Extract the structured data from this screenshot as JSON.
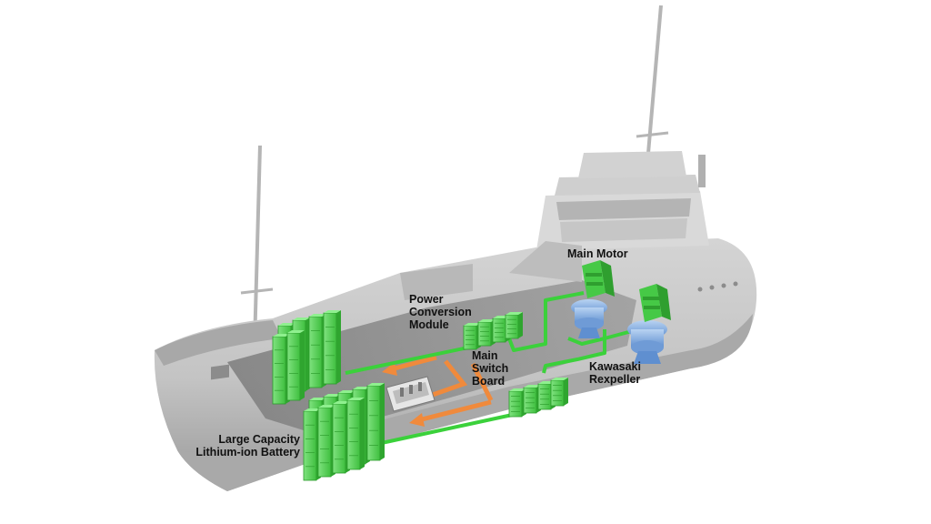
{
  "labels": {
    "main_motor": "Main Motor",
    "power_conversion": [
      "Power",
      "Conversion",
      "Module"
    ],
    "main_switch_board": [
      "Main",
      "Switch",
      "Board"
    ],
    "kawasaki_rexpeller": [
      "Kawasaki",
      "Rexpeller"
    ],
    "battery": [
      "Large Capacity",
      "Lithium-ion Battery"
    ]
  },
  "colors": {
    "hull": "#c8c8c8",
    "hull_dark": "#8a8a8a",
    "superstructure": "#d6d6d6",
    "component_green": "#5ed65e",
    "cable_green": "#3bd13b",
    "arrow_orange": "#f08a3c",
    "rexpeller_blue": "#8fb6e6"
  }
}
